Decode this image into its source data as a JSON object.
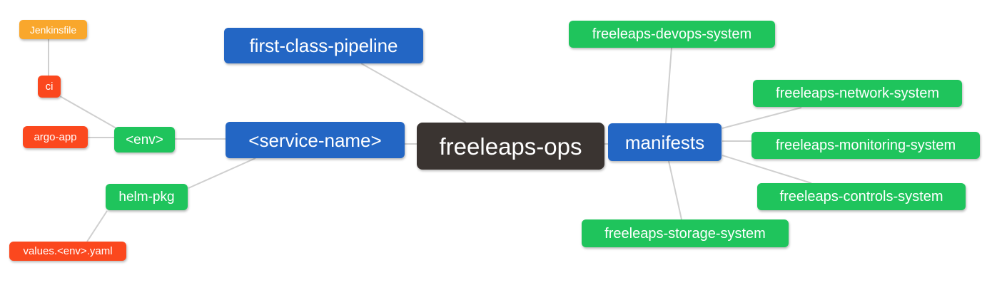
{
  "palette": {
    "root": "#3a3431",
    "branch": "#2366c4",
    "leaf_green": "#1fc45c",
    "leaf_red": "#fb481e",
    "leaf_amber": "#f9a72c",
    "edge": "#cfcfcf",
    "text": "#ffffff",
    "background": "#ffffff"
  },
  "nodes": {
    "root": {
      "label": "freeleaps-ops"
    },
    "first_class_pipeline": {
      "label": "first-class-pipeline"
    },
    "service_name": {
      "label": "<service-name>"
    },
    "manifests": {
      "label": "manifests"
    },
    "env": {
      "label": "<env>"
    },
    "helm_pkg": {
      "label": "helm-pkg"
    },
    "ci": {
      "label": "ci"
    },
    "argo_app": {
      "label": "argo-app"
    },
    "jenkinsfile": {
      "label": "Jenkinsfile"
    },
    "values_env_yaml": {
      "label": "values.<env>.yaml"
    },
    "devops_system": {
      "label": "freeleaps-devops-system"
    },
    "network_system": {
      "label": "freeleaps-network-system"
    },
    "monitoring_system": {
      "label": "freeleaps-monitoring-system"
    },
    "controls_system": {
      "label": "freeleaps-controls-system"
    },
    "storage_system": {
      "label": "freeleaps-storage-system"
    }
  },
  "connections": [
    {
      "from": "freeleaps-ops",
      "to": "first-class-pipeline"
    },
    {
      "from": "freeleaps-ops",
      "to": "<service-name>"
    },
    {
      "from": "freeleaps-ops",
      "to": "manifests"
    },
    {
      "from": "<service-name>",
      "to": "<env>"
    },
    {
      "from": "<service-name>",
      "to": "helm-pkg"
    },
    {
      "from": "<env>",
      "to": "ci"
    },
    {
      "from": "<env>",
      "to": "argo-app"
    },
    {
      "from": "ci",
      "to": "Jenkinsfile"
    },
    {
      "from": "helm-pkg",
      "to": "values.<env>.yaml"
    },
    {
      "from": "manifests",
      "to": "freeleaps-devops-system"
    },
    {
      "from": "manifests",
      "to": "freeleaps-network-system"
    },
    {
      "from": "manifests",
      "to": "freeleaps-monitoring-system"
    },
    {
      "from": "manifests",
      "to": "freeleaps-controls-system"
    },
    {
      "from": "manifests",
      "to": "freeleaps-storage-system"
    }
  ]
}
